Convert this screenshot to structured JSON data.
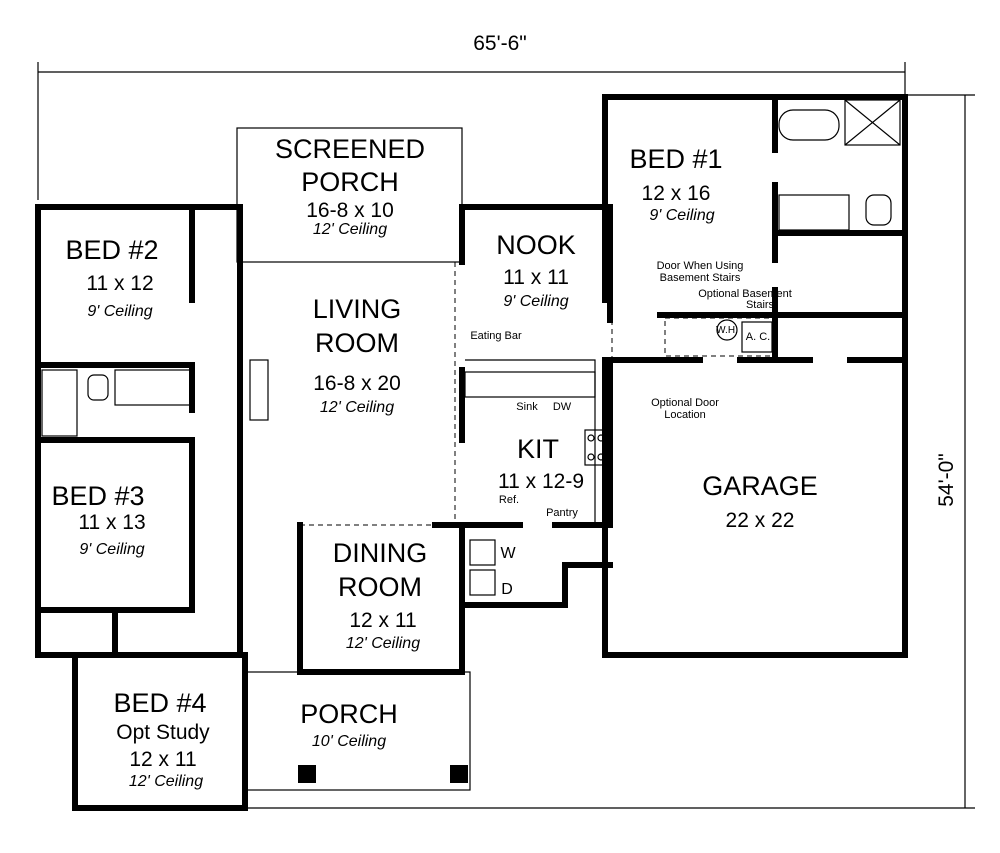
{
  "dimensions": {
    "width": "65'-6\"",
    "depth": "54'-0\""
  },
  "rooms": {
    "screened_porch": {
      "name1": "SCREENED",
      "name2": "PORCH",
      "size": "16-8 x 10",
      "ceiling": "12' Ceiling"
    },
    "bed2": {
      "name": "BED #2",
      "size": "11 x 12",
      "ceiling": "9' Ceiling"
    },
    "living": {
      "name1": "LIVING",
      "name2": "ROOM",
      "size": "16-8 x 20",
      "ceiling": "12' Ceiling"
    },
    "nook": {
      "name": "NOOK",
      "size": "11 x 11",
      "ceiling": "9' Ceiling"
    },
    "bed1": {
      "name": "BED #1",
      "size": "12 x 16",
      "ceiling": "9' Ceiling"
    },
    "kitchen": {
      "name": "KIT",
      "size": "11 x 12-9"
    },
    "garage": {
      "name": "GARAGE",
      "size": "22 x 22"
    },
    "bed3": {
      "name": "BED #3",
      "size": "11 x 13",
      "ceiling": "9' Ceiling"
    },
    "dining": {
      "name1": "DINING",
      "name2": "ROOM",
      "size": "12 x 11",
      "ceiling": "12' Ceiling"
    },
    "porch": {
      "name": "PORCH",
      "ceiling": "10' Ceiling"
    },
    "bed4": {
      "name": "BED #4",
      "subtitle": "Opt Study",
      "size": "12 x 11",
      "ceiling": "12' Ceiling"
    }
  },
  "notes": {
    "door_basement_1": "Door When Using",
    "door_basement_2": "Basement Stairs",
    "opt_stairs_1": "Optional Basement",
    "opt_stairs_2": "Stairs",
    "water_heater": "W.H.",
    "ac": "A. C.",
    "opt_door_1": "Optional Door",
    "opt_door_2": "Location",
    "eating_bar": "Eating Bar",
    "sink": "Sink",
    "dishwasher": "DW",
    "ref": "Ref.",
    "pantry": "Pantry",
    "washer": "W",
    "dryer": "D"
  }
}
